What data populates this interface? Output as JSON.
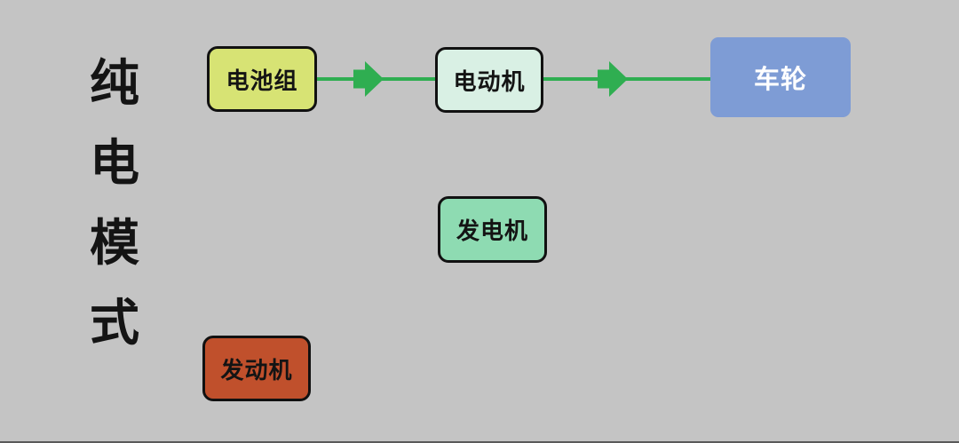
{
  "title": {
    "text": "纯电模式",
    "chars": [
      "纯",
      "电",
      "模",
      "式"
    ]
  },
  "nodes": {
    "battery": {
      "label": "电池组"
    },
    "motor": {
      "label": "电动机"
    },
    "wheel": {
      "label": "车轮"
    },
    "generator": {
      "label": "发电机"
    },
    "engine": {
      "label": "发动机"
    }
  },
  "edges": [
    {
      "from": "电池组",
      "to": "电动机"
    },
    {
      "from": "电动机",
      "to": "车轮"
    }
  ],
  "colors": {
    "background": "#c4c4c4",
    "battery": "#d7e374",
    "motor": "#d9f0e4",
    "wheel": "#7e9cd5",
    "generator": "#8edbb2",
    "engine": "#c0502c",
    "arrow": "#2fae51",
    "node_border": "#111111",
    "text_dark": "#141414",
    "text_light": "#ffffff"
  }
}
